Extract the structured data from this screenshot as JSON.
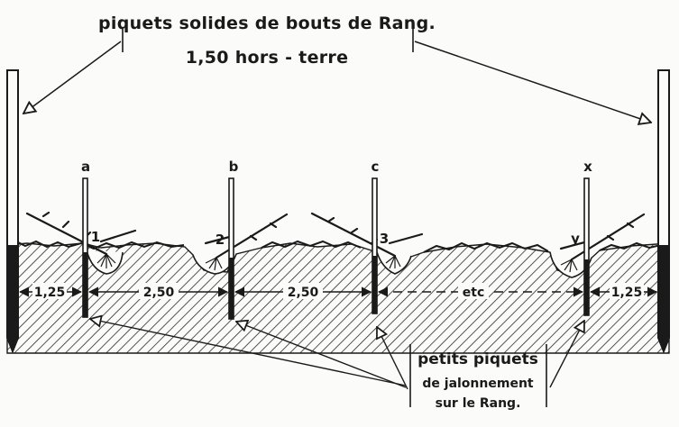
{
  "top_note": {
    "line1": "piquets solides de bouts de Rang.",
    "line2": "1,50 hors - terre"
  },
  "stake_letters": [
    "a",
    "b",
    "c",
    "x"
  ],
  "plant_numbers": [
    "1",
    "2",
    "3",
    "y"
  ],
  "dimensions": {
    "left_end": "1,25",
    "span_1": "2,50",
    "span_2": "2,50",
    "span_etc": "etc",
    "right_end": "1,25"
  },
  "bottom_note": {
    "line1": "petits piquets",
    "line2": "de jalonnement",
    "line3": "sur le Rang."
  }
}
